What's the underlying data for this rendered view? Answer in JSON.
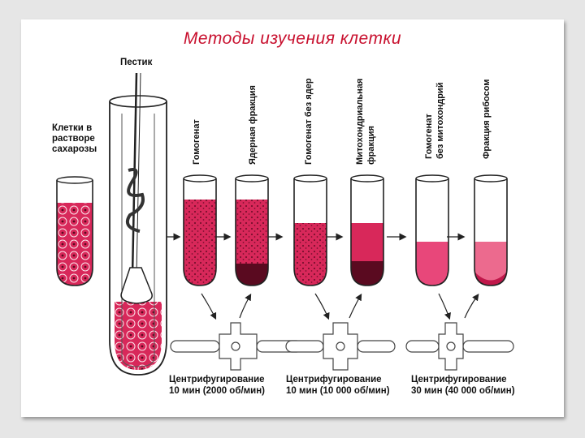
{
  "title": "Методы изучения клетки",
  "labels": {
    "pestle": "Пестик",
    "cells": [
      "Клетки в",
      "растворе",
      "сахарозы"
    ]
  },
  "tube_labels": [
    [
      "Гомогенат"
    ],
    [
      "Ядерная фракция"
    ],
    [
      "Гомогенат без ядер"
    ],
    [
      "Митохондриальная",
      "фракция"
    ],
    [
      "Гомогенат",
      "без митохондрий"
    ],
    [
      "Фракция рибосом"
    ]
  ],
  "centrifugation": [
    {
      "line1": "Центрифугирование",
      "line2": "10 мин (2000 об/мин)"
    },
    {
      "line1": "Центрифугирование",
      "line2": "10 мин (10 000 об/мин)"
    },
    {
      "line1": "Центрифугирование",
      "line2": "30 мин (40 000 об/мин)"
    }
  ],
  "colors": {
    "accent": "#c8102e",
    "liquid": "#d8285a",
    "liquid_light": "#ec6a8e",
    "sediment": "#5a0a20"
  }
}
